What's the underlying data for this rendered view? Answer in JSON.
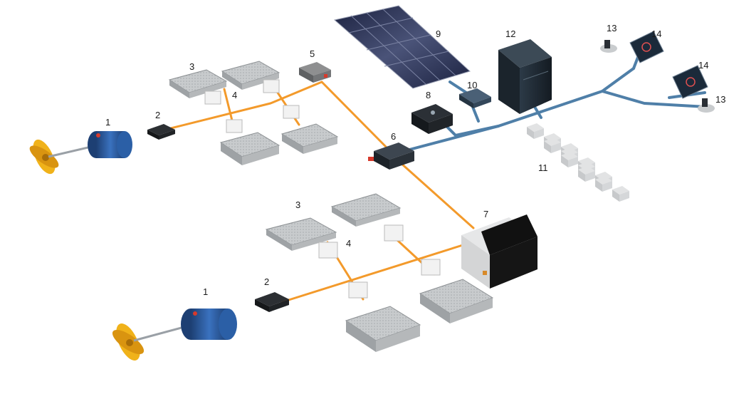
{
  "colors": {
    "power_cable": "#f39a2b",
    "data_cable": "#4f7fa8",
    "motor_blue": "#2b5fa6",
    "propeller": "#f0b21a",
    "battery": "#bfc2c4",
    "dark_unit": "#1f2a33",
    "solar": "#2a3150"
  },
  "labels": {
    "motor_top": "1",
    "motor_bottom": "1",
    "controller_top": "2",
    "controller_bottom": "2",
    "battery_top": "3",
    "battery_bottom": "3",
    "bms_top": "4",
    "bms_bottom": "4",
    "junction": "5",
    "hub": "6",
    "charger_cabinet": "7",
    "gateway": "8",
    "solar_panel": "9",
    "mppt": "10",
    "io_modules": "11",
    "cabinet": "12",
    "throttle_top": "13",
    "throttle_bottom": "13",
    "display_top": "14",
    "display_bottom": "14"
  },
  "icons": {
    "propeller": "propeller-icon",
    "motor": "electric-motor-icon",
    "battery": "battery-pack-icon",
    "solar": "solar-panel-icon",
    "display": "display-screen-icon",
    "throttle": "throttle-lever-icon"
  }
}
